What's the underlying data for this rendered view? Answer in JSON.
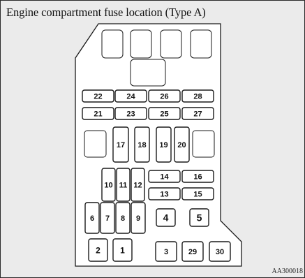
{
  "title": "Engine compartment fuse location (Type A)",
  "figure_code": "AA300018",
  "fuses": [
    {
      "label": "22",
      "row": "top"
    },
    {
      "label": "24",
      "row": "top"
    },
    {
      "label": "26",
      "row": "top"
    },
    {
      "label": "28",
      "row": "top"
    },
    {
      "label": "21"
    },
    {
      "label": "23"
    },
    {
      "label": "25"
    },
    {
      "label": "27"
    },
    {
      "label": "17"
    },
    {
      "label": "18"
    },
    {
      "label": "19"
    },
    {
      "label": "20"
    },
    {
      "label": "10"
    },
    {
      "label": "11"
    },
    {
      "label": "12"
    },
    {
      "label": "14"
    },
    {
      "label": "16"
    },
    {
      "label": "13"
    },
    {
      "label": "15"
    },
    {
      "label": "6"
    },
    {
      "label": "7"
    },
    {
      "label": "8"
    },
    {
      "label": "9"
    },
    {
      "label": "4"
    },
    {
      "label": "5"
    },
    {
      "label": "2"
    },
    {
      "label": "1"
    },
    {
      "label": "3"
    },
    {
      "label": "29"
    },
    {
      "label": "30"
    }
  ],
  "colors": {
    "background": "#ebebeb",
    "box_fill": "#ffffff",
    "stroke": "#1a1a1a"
  }
}
